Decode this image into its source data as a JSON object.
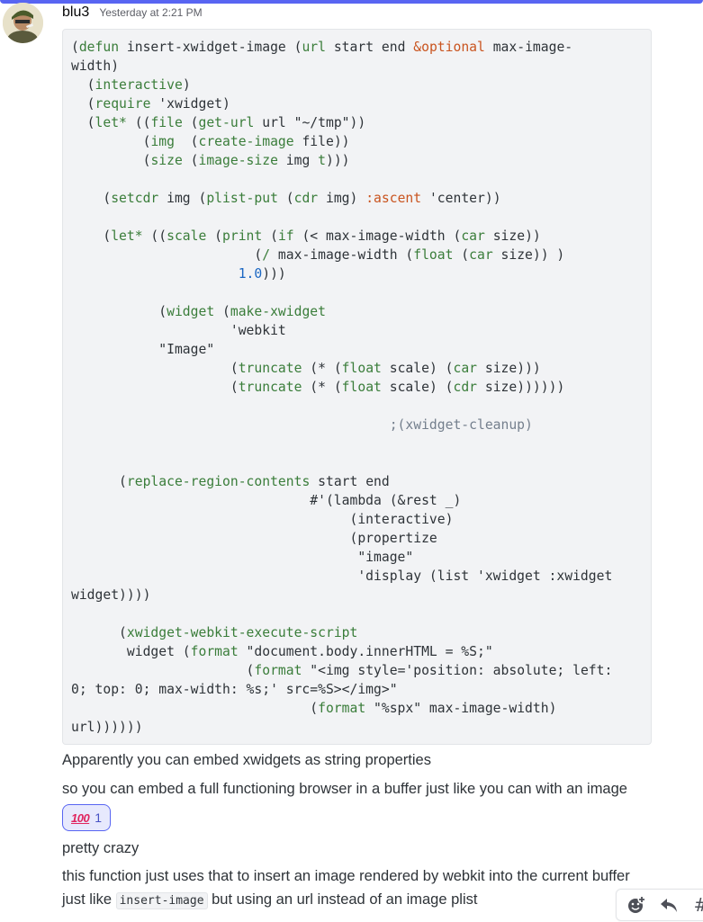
{
  "message": {
    "username": "blu3",
    "timestamp": "Yesterday at 2:21 PM"
  },
  "code_lines": [
    [
      {
        "t": "("
      },
      {
        "t": "defun",
        "c": "kw"
      },
      {
        "t": " insert-xwidget-image ("
      },
      {
        "t": "url",
        "c": "kw"
      },
      {
        "t": " start end "
      },
      {
        "t": "&optional",
        "c": "tk"
      },
      {
        "t": " max-image-"
      }
    ],
    [
      {
        "t": "width)"
      }
    ],
    [
      {
        "t": "  ("
      },
      {
        "t": "interactive",
        "c": "kw"
      },
      {
        "t": ")"
      }
    ],
    [
      {
        "t": "  ("
      },
      {
        "t": "require",
        "c": "kw"
      },
      {
        "t": " 'xwidget)"
      }
    ],
    [
      {
        "t": "  ("
      },
      {
        "t": "let*",
        "c": "kw"
      },
      {
        "t": " (("
      },
      {
        "t": "file",
        "c": "kw"
      },
      {
        "t": " ("
      },
      {
        "t": "get-url",
        "c": "kw"
      },
      {
        "t": " url \"~/tmp\"))"
      }
    ],
    [
      {
        "t": "         ("
      },
      {
        "t": "img",
        "c": "kw"
      },
      {
        "t": "  ("
      },
      {
        "t": "create-image",
        "c": "kw"
      },
      {
        "t": " file))"
      }
    ],
    [
      {
        "t": "         ("
      },
      {
        "t": "size",
        "c": "kw"
      },
      {
        "t": " ("
      },
      {
        "t": "image-size",
        "c": "kw"
      },
      {
        "t": " img "
      },
      {
        "t": "t",
        "c": "kw"
      },
      {
        "t": ")))"
      }
    ],
    [
      {
        "t": ""
      }
    ],
    [
      {
        "t": "    ("
      },
      {
        "t": "setcdr",
        "c": "kw"
      },
      {
        "t": " img ("
      },
      {
        "t": "plist-put",
        "c": "kw"
      },
      {
        "t": " ("
      },
      {
        "t": "cdr",
        "c": "kw"
      },
      {
        "t": " img) "
      },
      {
        "t": ":ascent",
        "c": "tk"
      },
      {
        "t": " 'center))"
      }
    ],
    [
      {
        "t": ""
      }
    ],
    [
      {
        "t": "    ("
      },
      {
        "t": "let*",
        "c": "kw"
      },
      {
        "t": " (("
      },
      {
        "t": "scale",
        "c": "kw"
      },
      {
        "t": " ("
      },
      {
        "t": "print",
        "c": "kw"
      },
      {
        "t": " ("
      },
      {
        "t": "if",
        "c": "kw"
      },
      {
        "t": " (< max-image-width ("
      },
      {
        "t": "car",
        "c": "kw"
      },
      {
        "t": " size))"
      }
    ],
    [
      {
        "t": "                       ("
      },
      {
        "t": "/",
        "c": "kw"
      },
      {
        "t": " max-image-width ("
      },
      {
        "t": "float",
        "c": "kw"
      },
      {
        "t": " ("
      },
      {
        "t": "car",
        "c": "kw"
      },
      {
        "t": " size)) )"
      }
    ],
    [
      {
        "t": "                     "
      },
      {
        "t": "1.0",
        "c": "num"
      },
      {
        "t": ")))"
      }
    ],
    [
      {
        "t": ""
      }
    ],
    [
      {
        "t": "           ("
      },
      {
        "t": "widget",
        "c": "kw"
      },
      {
        "t": " ("
      },
      {
        "t": "make-xwidget",
        "c": "kw"
      }
    ],
    [
      {
        "t": "                    'webkit"
      }
    ],
    [
      {
        "t": "           \"Image\""
      }
    ],
    [
      {
        "t": "                    ("
      },
      {
        "t": "truncate",
        "c": "kw"
      },
      {
        "t": " (* ("
      },
      {
        "t": "float",
        "c": "kw"
      },
      {
        "t": " scale) ("
      },
      {
        "t": "car",
        "c": "kw"
      },
      {
        "t": " size)))"
      }
    ],
    [
      {
        "t": "                    ("
      },
      {
        "t": "truncate",
        "c": "kw"
      },
      {
        "t": " (* ("
      },
      {
        "t": "float",
        "c": "kw"
      },
      {
        "t": " scale) ("
      },
      {
        "t": "cdr",
        "c": "kw"
      },
      {
        "t": " size))))))"
      }
    ],
    [
      {
        "t": ""
      }
    ],
    [
      {
        "t": "                                        ;(xwidget-cleanup)",
        "c": "cm"
      }
    ],
    [
      {
        "t": ""
      }
    ],
    [
      {
        "t": ""
      }
    ],
    [
      {
        "t": "      ("
      },
      {
        "t": "replace-region-contents",
        "c": "kw"
      },
      {
        "t": " start end"
      }
    ],
    [
      {
        "t": "                              #'(lambda (&rest _)"
      }
    ],
    [
      {
        "t": "                                   (interactive)"
      }
    ],
    [
      {
        "t": "                                   (propertize"
      }
    ],
    [
      {
        "t": "                                    \"image\""
      }
    ],
    [
      {
        "t": "                                    'display (list 'xwidget :xwidget"
      }
    ],
    [
      {
        "t": "widget))))"
      }
    ],
    [
      {
        "t": ""
      }
    ],
    [
      {
        "t": "      ("
      },
      {
        "t": "xwidget-webkit-execute-script",
        "c": "kw"
      }
    ],
    [
      {
        "t": "       widget ("
      },
      {
        "t": "format",
        "c": "kw"
      },
      {
        "t": " \"document.body.innerHTML = %S;\""
      }
    ],
    [
      {
        "t": "                      ("
      },
      {
        "t": "format",
        "c": "kw"
      },
      {
        "t": " \"<img style='position: absolute; left:"
      }
    ],
    [
      {
        "t": "0; top: 0; max-width: %s;' src=%S></img>\""
      }
    ],
    [
      {
        "t": "                              ("
      },
      {
        "t": "format",
        "c": "kw"
      },
      {
        "t": " \"%spx\" max-image-width)"
      }
    ],
    [
      {
        "t": "url))))))"
      }
    ]
  ],
  "texts": {
    "line1": "Apparently you can embed xwidgets as string properties",
    "line2": "so you can embed a full functioning browser in a buffer just like you can with an image",
    "line3": "pretty crazy",
    "line4": "this function just uses that to insert an image rendered by webkit into the current buffer",
    "line5_pre": "just like ",
    "line5_code": "insert-image",
    "line5_post": " but using an url instead of an image plist"
  },
  "reaction": {
    "emoji": "100",
    "count": "1"
  },
  "toolbar": {
    "icons": [
      "add-reaction-icon",
      "reply-icon",
      "hash-icon"
    ],
    "hash_glyph": "#"
  }
}
